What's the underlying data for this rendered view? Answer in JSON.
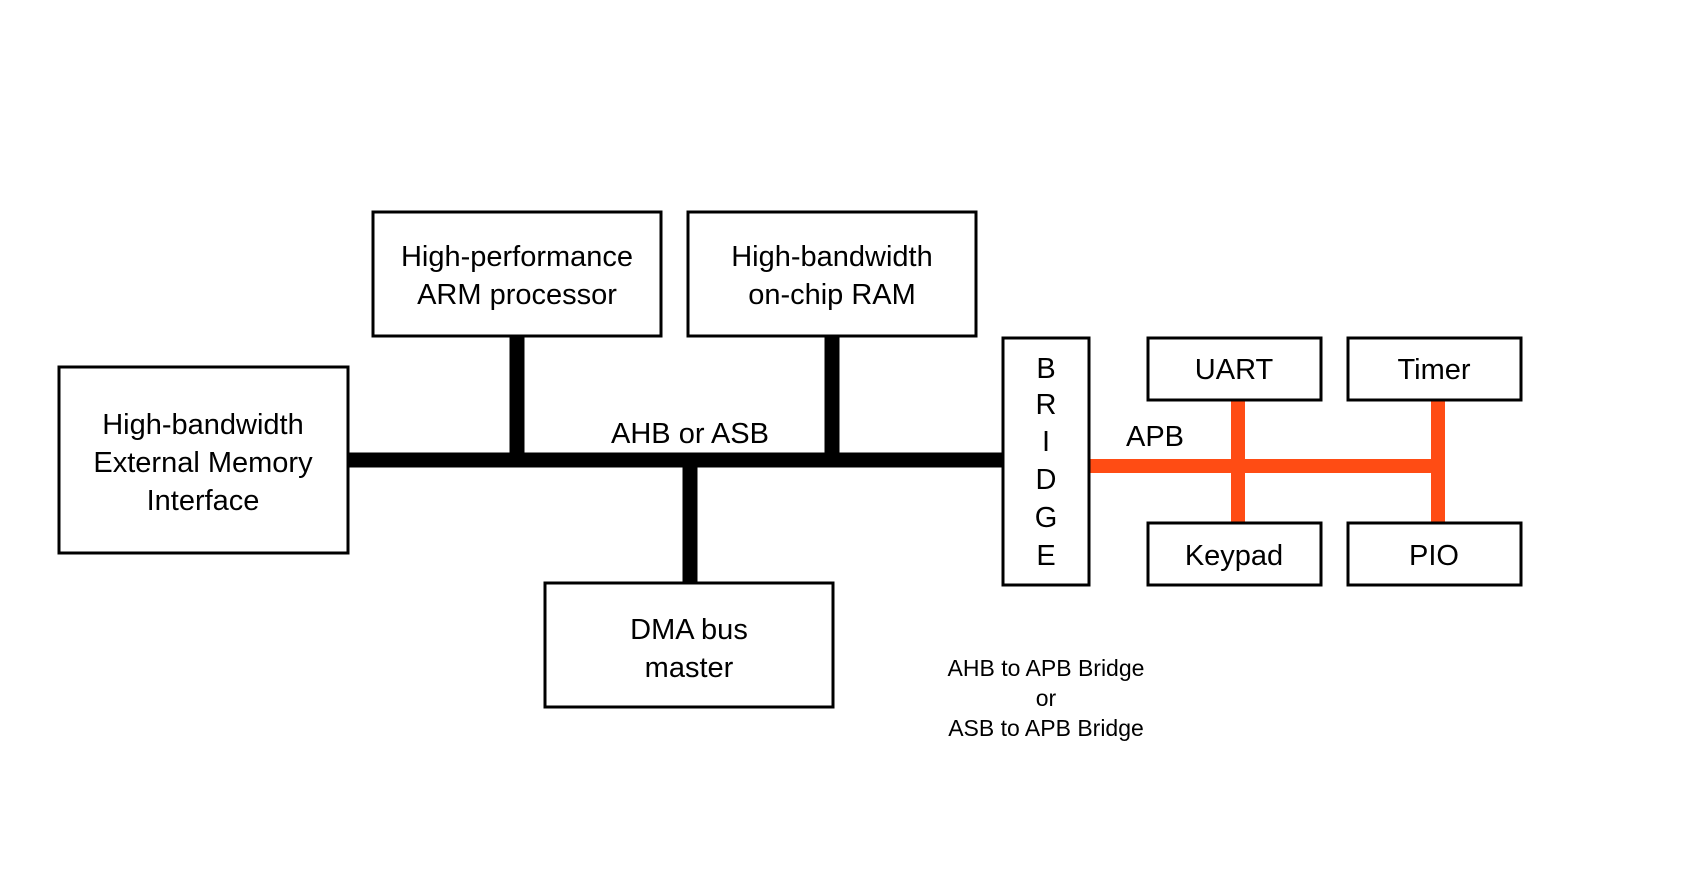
{
  "colors": {
    "ahb_bus": "#000000",
    "apb_bus": "#ff4c14",
    "background": "#ffffff"
  },
  "blocks": {
    "ext_memory": {
      "lines": [
        "High-bandwidth",
        "External Memory",
        "Interface"
      ]
    },
    "arm_processor": {
      "lines": [
        "High-performance",
        "ARM processor"
      ]
    },
    "onchip_ram": {
      "lines": [
        "High-bandwidth",
        "on-chip RAM"
      ]
    },
    "dma_master": {
      "lines": [
        "DMA bus",
        "master"
      ]
    },
    "bridge": {
      "letters": [
        "B",
        "R",
        "I",
        "D",
        "G",
        "E"
      ]
    },
    "uart": {
      "label": "UART"
    },
    "timer": {
      "label": "Timer"
    },
    "keypad": {
      "label": "Keypad"
    },
    "pio": {
      "label": "PIO"
    }
  },
  "buses": {
    "main_label": "AHB or ASB",
    "peripheral_label": "APB"
  },
  "caption": {
    "lines": [
      "AHB to APB Bridge",
      "or",
      "ASB to APB Bridge"
    ]
  }
}
